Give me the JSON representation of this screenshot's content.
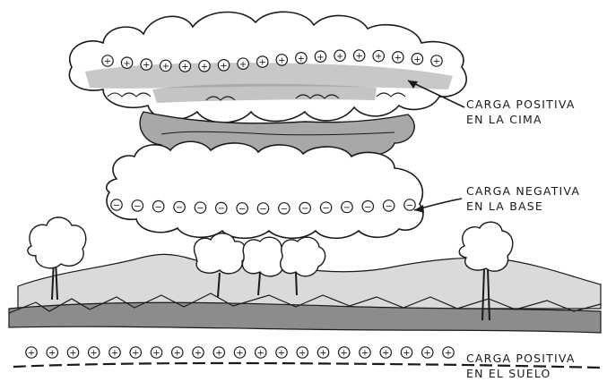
{
  "labels": {
    "top_positive": {
      "line1": "CARGA POSITIVA",
      "line2": "EN LA CIMA"
    },
    "base_negative": {
      "line1": "CARGA NEGATIVA",
      "line2": "EN LA BASE"
    },
    "ground_positive": {
      "line1": "CARGA POSITIVA",
      "line2": "EN EL SUELO"
    }
  },
  "charges": {
    "top_symbol": "+",
    "top_count": 18,
    "base_symbol": "−",
    "base_count": 15,
    "ground_symbol": "+",
    "ground_count": 21
  },
  "colors": {
    "ink": "#1a1a1a",
    "cloud_shade": "#9a9a9a",
    "ground_shade": "#8c8c8c",
    "hill_shade": "#d2d2d2",
    "tree_fill": "#ffffff"
  }
}
